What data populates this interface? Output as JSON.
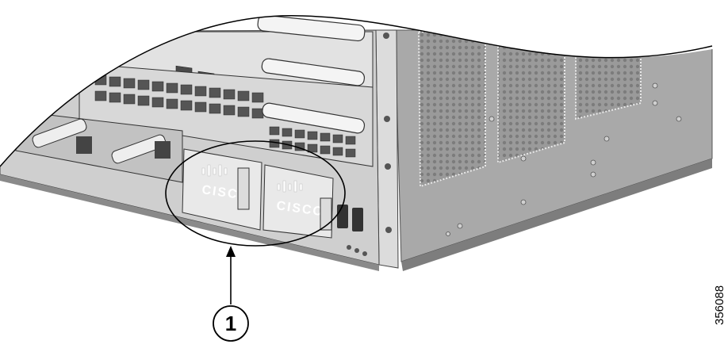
{
  "callout": {
    "number": "1"
  },
  "figure": {
    "id": "356088"
  },
  "logo": {
    "text": "CISCO"
  },
  "colors": {
    "chassis": "#a9a9a9",
    "chassis_dark": "#6f6f6f",
    "card_light": "#e4e4e4",
    "port": "#4a4a4a",
    "outline": "#000000"
  }
}
